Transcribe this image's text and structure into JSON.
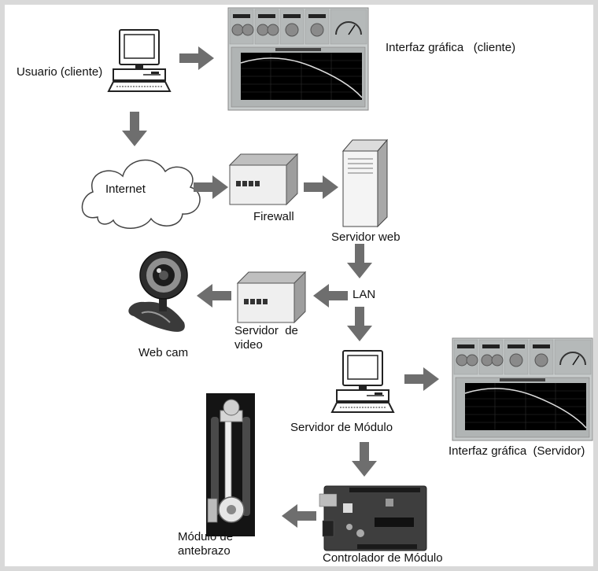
{
  "labels": {
    "usuario_cliente": "Usuario (cliente)",
    "interfaz_cliente": "Interfaz gráfica   (cliente)",
    "internet": "Internet",
    "firewall": "Firewall",
    "servidor_web": "Servidor web",
    "lan": "LAN",
    "servidor_video": "Servidor  de video",
    "webcam": "Web cam",
    "servidor_modulo": "Servidor de Módulo",
    "interfaz_servidor": "Interfaz gráfica  (Servidor)",
    "modulo_antebrazo": "Módulo de antebrazo",
    "controlador_modulo": "Controlador de Módulo"
  },
  "icons": {
    "computer": "desktop-computer-icon",
    "cloud": "cloud-icon",
    "firewall_box": "network-box-icon",
    "server_tower": "server-tower-icon",
    "webcam": "webcam-icon",
    "arduino": "circuit-board-icon",
    "arm": "robotic-forearm-icon"
  },
  "colors": {
    "arrow": "#6e6e6e",
    "frame": "#d9d9d9",
    "panel": "#c8cccc",
    "plot_bg": "#000000",
    "curve": "#dddddd"
  }
}
